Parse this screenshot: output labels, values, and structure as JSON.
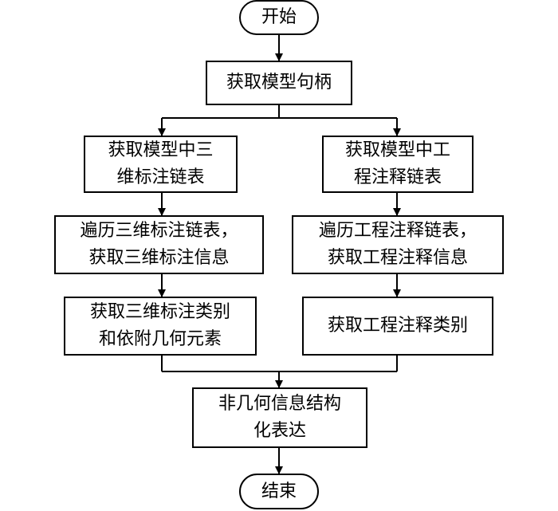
{
  "flowchart": {
    "start": "开始",
    "get_model_handle": "获取模型句柄",
    "left_branch": {
      "get_chain": [
        "获取模型中三",
        "维标注链表"
      ],
      "traverse": [
        "遍历三维标注链表，",
        "获取三维标注信息"
      ],
      "classify": [
        "获取三维标注类别",
        "和依附几何元素"
      ]
    },
    "right_branch": {
      "get_chain": [
        "获取模型中工",
        "程注释链表"
      ],
      "traverse": [
        "遍历工程注释链表，",
        "获取工程注释信息"
      ],
      "classify": "获取工程注释类别"
    },
    "structure": [
      "非几何信息结构",
      "化表达"
    ],
    "end": "结束"
  }
}
